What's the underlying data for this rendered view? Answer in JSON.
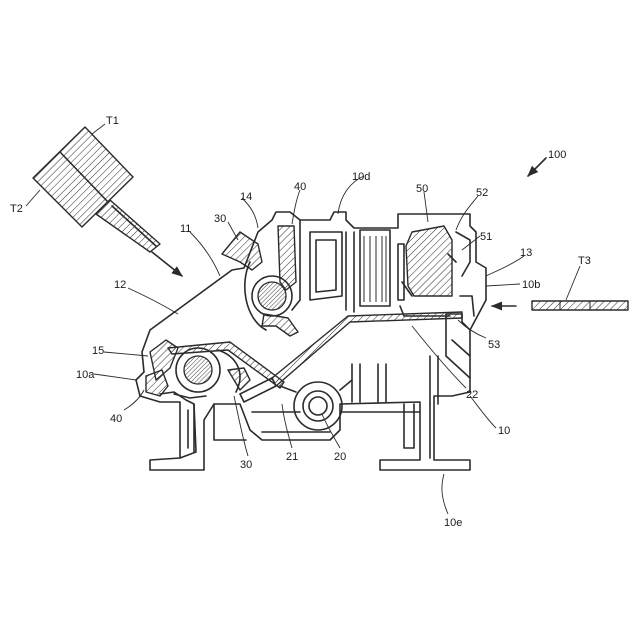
{
  "labels": {
    "t1": "T1",
    "t2": "T2",
    "t3": "T3",
    "l100": "100",
    "l10d": "10d",
    "l50": "50",
    "l52": "52",
    "l40a": "40",
    "l14": "14",
    "l30a": "30",
    "l11": "11",
    "l51": "51",
    "l13": "13",
    "l10b": "10b",
    "l12": "12",
    "l53": "53",
    "l15": "15",
    "l22": "22",
    "l10a": "10a",
    "l10": "10",
    "l40b": "40",
    "l21": "21",
    "l20": "20",
    "l30b": "30",
    "l10e": "10e"
  },
  "colors": {
    "ink": "#2b2b2b",
    "paper": "#ffffff"
  }
}
